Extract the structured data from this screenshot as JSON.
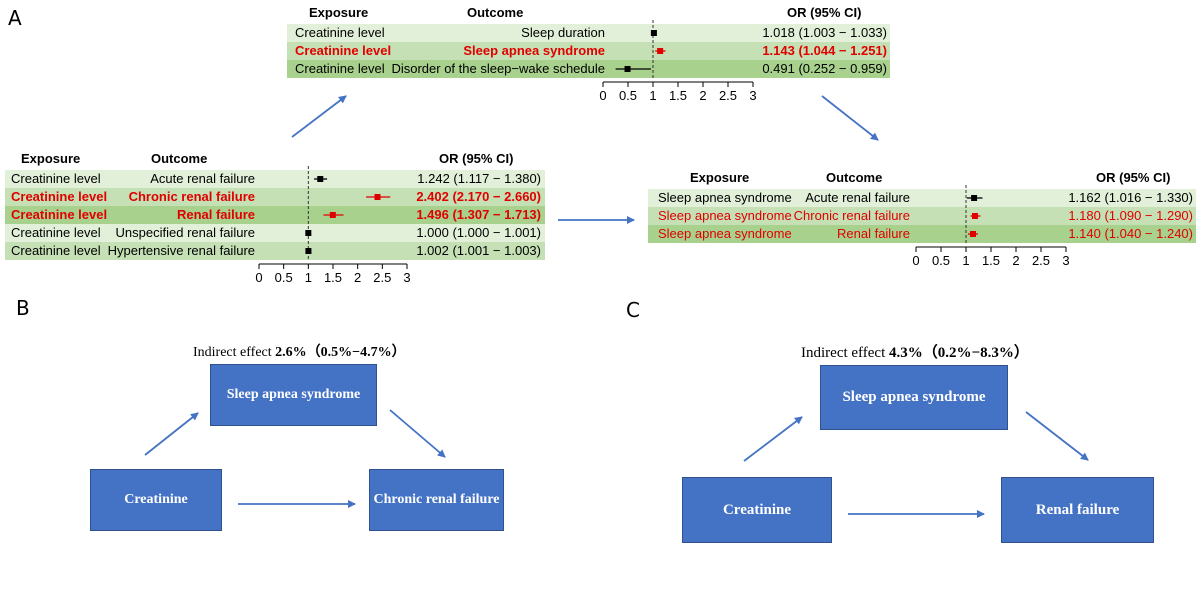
{
  "panels": {
    "a": "A",
    "b": "B",
    "c": "C"
  },
  "headers": {
    "exposure": "Exposure",
    "outcome": "Outcome",
    "or": "OR (95% CI)"
  },
  "axis_ticks": [
    "0",
    "0.5",
    "1",
    "1.5",
    "2",
    "2.5",
    "3"
  ],
  "colors": {
    "highlight_red": "#e00000",
    "row_light": "#e2f0d9",
    "row_mid": "#c5e0b4",
    "row_dark": "#a9d18e",
    "box_blue": "#4472c4",
    "arrow_blue": "#4472c4"
  },
  "chart_data": [
    {
      "type": "forest",
      "panel": "A-top",
      "xlim": [
        0,
        3
      ],
      "reference_line": 1,
      "rows": [
        {
          "exposure": "Creatinine level",
          "outcome": "Sleep duration",
          "or": 1.018,
          "lo": 1.003,
          "hi": 1.033,
          "label": "1.018 (1.003 − 1.033)",
          "highlight": false
        },
        {
          "exposure": "Creatinine level",
          "outcome": "Sleep apnea syndrome",
          "or": 1.143,
          "lo": 1.044,
          "hi": 1.251,
          "label": "1.143 (1.044 − 1.251)",
          "highlight": true
        },
        {
          "exposure": "Creatinine level",
          "outcome": "Disorder of the sleep−wake schedule",
          "or": 0.491,
          "lo": 0.252,
          "hi": 0.959,
          "label": "0.491 (0.252 − 0.959)",
          "highlight": false
        }
      ]
    },
    {
      "type": "forest",
      "panel": "A-left",
      "xlim": [
        0,
        3
      ],
      "reference_line": 1,
      "rows": [
        {
          "exposure": "Creatinine level",
          "outcome": "Acute renal failure",
          "or": 1.242,
          "lo": 1.117,
          "hi": 1.38,
          "label": "1.242 (1.117 − 1.380)",
          "highlight": false
        },
        {
          "exposure": "Creatinine level",
          "outcome": "Chronic renal failure",
          "or": 2.402,
          "lo": 2.17,
          "hi": 2.66,
          "label": "2.402 (2.170 − 2.660)",
          "highlight": true
        },
        {
          "exposure": "Creatinine level",
          "outcome": "Renal failure",
          "or": 1.496,
          "lo": 1.307,
          "hi": 1.713,
          "label": "1.496 (1.307 − 1.713)",
          "highlight": true
        },
        {
          "exposure": "Creatinine level",
          "outcome": "Unspecified renal failure",
          "or": 1.0,
          "lo": 1.0,
          "hi": 1.001,
          "label": "1.000 (1.000 − 1.001)",
          "highlight": false
        },
        {
          "exposure": "Creatinine level",
          "outcome": "Hypertensive renal  failure",
          "or": 1.002,
          "lo": 1.001,
          "hi": 1.003,
          "label": "1.002 (1.001 − 1.003)",
          "highlight": false
        }
      ]
    },
    {
      "type": "forest",
      "panel": "A-right",
      "xlim": [
        0,
        3
      ],
      "reference_line": 1,
      "rows": [
        {
          "exposure": "Sleep apnea syndrome",
          "outcome": "Acute renal failure",
          "or": 1.162,
          "lo": 1.016,
          "hi": 1.33,
          "label": "1.162 (1.016 − 1.330)",
          "highlight": false
        },
        {
          "exposure": "Sleep apnea syndrome",
          "outcome": "Chronic renal failure",
          "or": 1.18,
          "lo": 1.09,
          "hi": 1.29,
          "label": "1.180 (1.090 − 1.290)",
          "highlight": true
        },
        {
          "exposure": "Sleep apnea syndrome",
          "outcome": "Renal failure",
          "or": 1.14,
          "lo": 1.04,
          "hi": 1.24,
          "label": "1.140 (1.040 − 1.240)",
          "highlight": true
        }
      ]
    }
  ],
  "mediation": {
    "b": {
      "indirect_label": "Indirect effect",
      "indirect_value": "2.6%（0.5%−4.7%）",
      "mediator": "Sleep apnea syndrome",
      "exposure": "Creatinine",
      "outcome": "Chronic renal failure"
    },
    "c": {
      "indirect_label": "Indirect effect",
      "indirect_value": "4.3%（0.2%−8.3%）",
      "mediator": "Sleep apnea syndrome",
      "exposure": "Creatinine",
      "outcome": "Renal failure"
    }
  }
}
